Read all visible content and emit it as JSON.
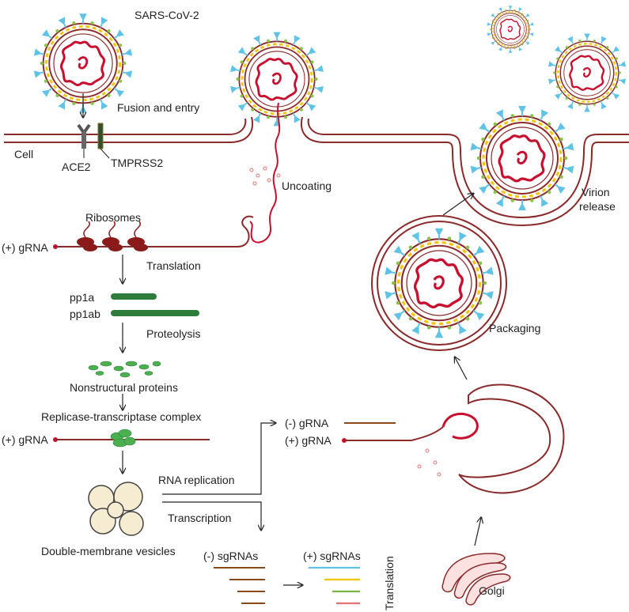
{
  "labels": {
    "virus": "SARS-CoV-2",
    "fusion": "Fusion and entry",
    "cell": "Cell",
    "ace2": "ACE2",
    "tmprss2": "TMPRSS2",
    "uncoating": "Uncoating",
    "ribosomes": "Ribosomes",
    "grna_plus_1": "(+) gRNA",
    "translation_1": "Translation",
    "pp1a": "pp1a",
    "pp1ab": "pp1ab",
    "proteolysis": "Proteolysis",
    "nsp": "Nonstructural proteins",
    "rtc": "Replicase-transcriptase complex",
    "grna_plus_2": "(+) gRNA",
    "rna_replication": "RNA replication",
    "transcription": "Transcription",
    "dmv": "Double-membrane vesicles",
    "sgrna_minus": "(-) sgRNAs",
    "sgrna_plus": "(+) sgRNAs",
    "translation_2": "Translation",
    "grna_minus_3": "(-) gRNA",
    "grna_plus_3": "(+) gRNA",
    "golgi": "Golgi",
    "packaging": "Packaging",
    "virion_release_1": "Virion",
    "virion_release_2": "release"
  },
  "colors": {
    "membrane": "#8b2a2a",
    "rna": "#c8102e",
    "protein": "#2e7d3a",
    "spike": "#5fc3e6",
    "yellow": "#f2c500",
    "green_small": "#8bc34a",
    "vesicle_fill": "#f5ecd2"
  },
  "icons": {
    "virion": "coronavirus-particle-icon",
    "ribosome": "ribosome-icon",
    "golgi": "golgi-apparatus-icon"
  }
}
